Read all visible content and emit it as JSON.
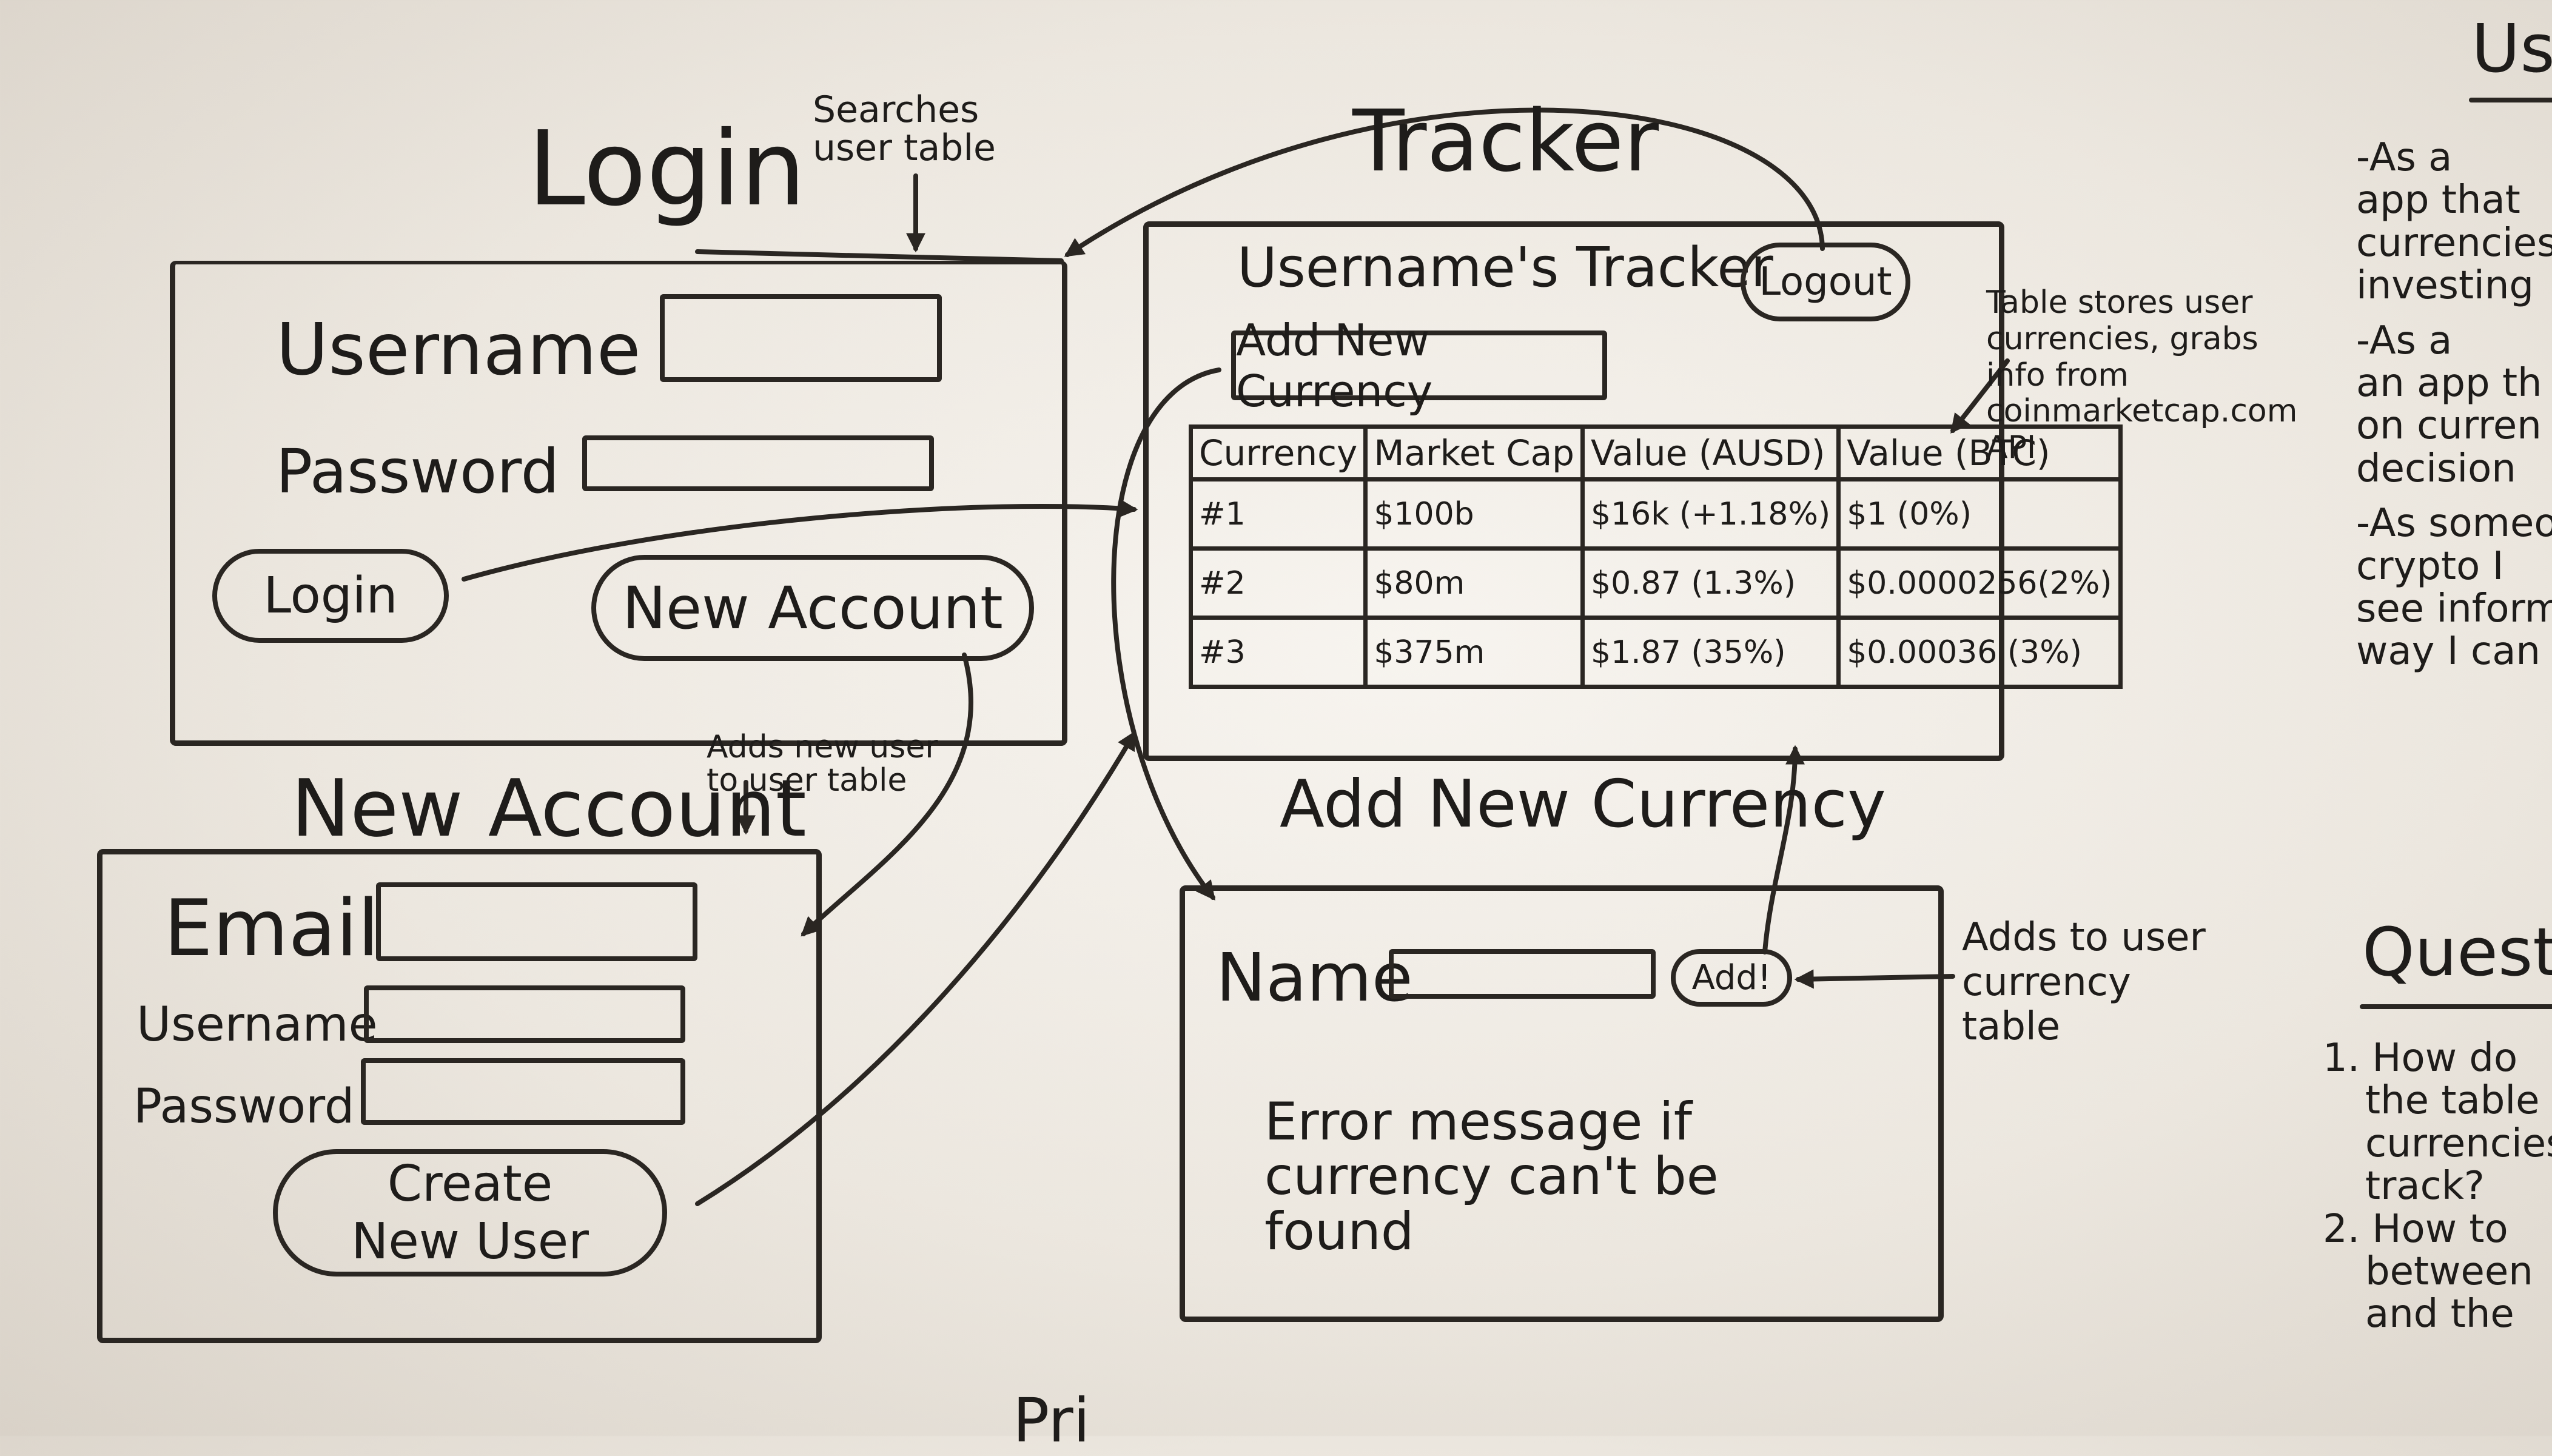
{
  "login": {
    "title": "Login",
    "note": "Searches user table",
    "username_label": "Username",
    "password_label": "Password",
    "login_button": "Login",
    "new_account_button": "New Account"
  },
  "new_account": {
    "title": "New Account",
    "note": "Adds new user to user table",
    "email_label": "Email",
    "username_label": "Username",
    "password_label": "Password",
    "create_button": "Create New User"
  },
  "tracker": {
    "title": "Tracker",
    "heading": "Username's Tracker",
    "logout_button": "Logout",
    "add_currency_button": "Add New Currency",
    "note": "Table stores user currencies, grabs info from coinmarketcap.com API",
    "columns": [
      "Currency",
      "Market Cap",
      "Value (AUSD)",
      "Value (BTC)"
    ],
    "rows": [
      [
        "#1",
        "$100b",
        "$16k (+1.18%)",
        "$1 (0%)"
      ],
      [
        "#2",
        "$80m",
        "$0.87 (1.3%)",
        "$0.0000256(2%)"
      ],
      [
        "#3",
        "$375m",
        "$1.87 (35%)",
        "$0.00036 (3%)"
      ]
    ]
  },
  "add_currency": {
    "title": "Add New Currency",
    "name_label": "Name",
    "add_button": "Add!",
    "note": "Adds to user currency table",
    "error_text": "Error message if currency can't be found"
  },
  "side_panel": {
    "title": "Us",
    "stories": [
      "-As a",
      "app that",
      "currencies",
      "investing",
      "-As a",
      "an app th",
      "on curren",
      "decision",
      "-As someo",
      "crypto I",
      "see informa",
      "way I can u"
    ],
    "questions_title": "Quest",
    "questions": [
      "1. How do",
      "the table",
      "currencies",
      "track?",
      "2. How to",
      "between",
      "and the"
    ]
  },
  "bottom_text": "Pri"
}
